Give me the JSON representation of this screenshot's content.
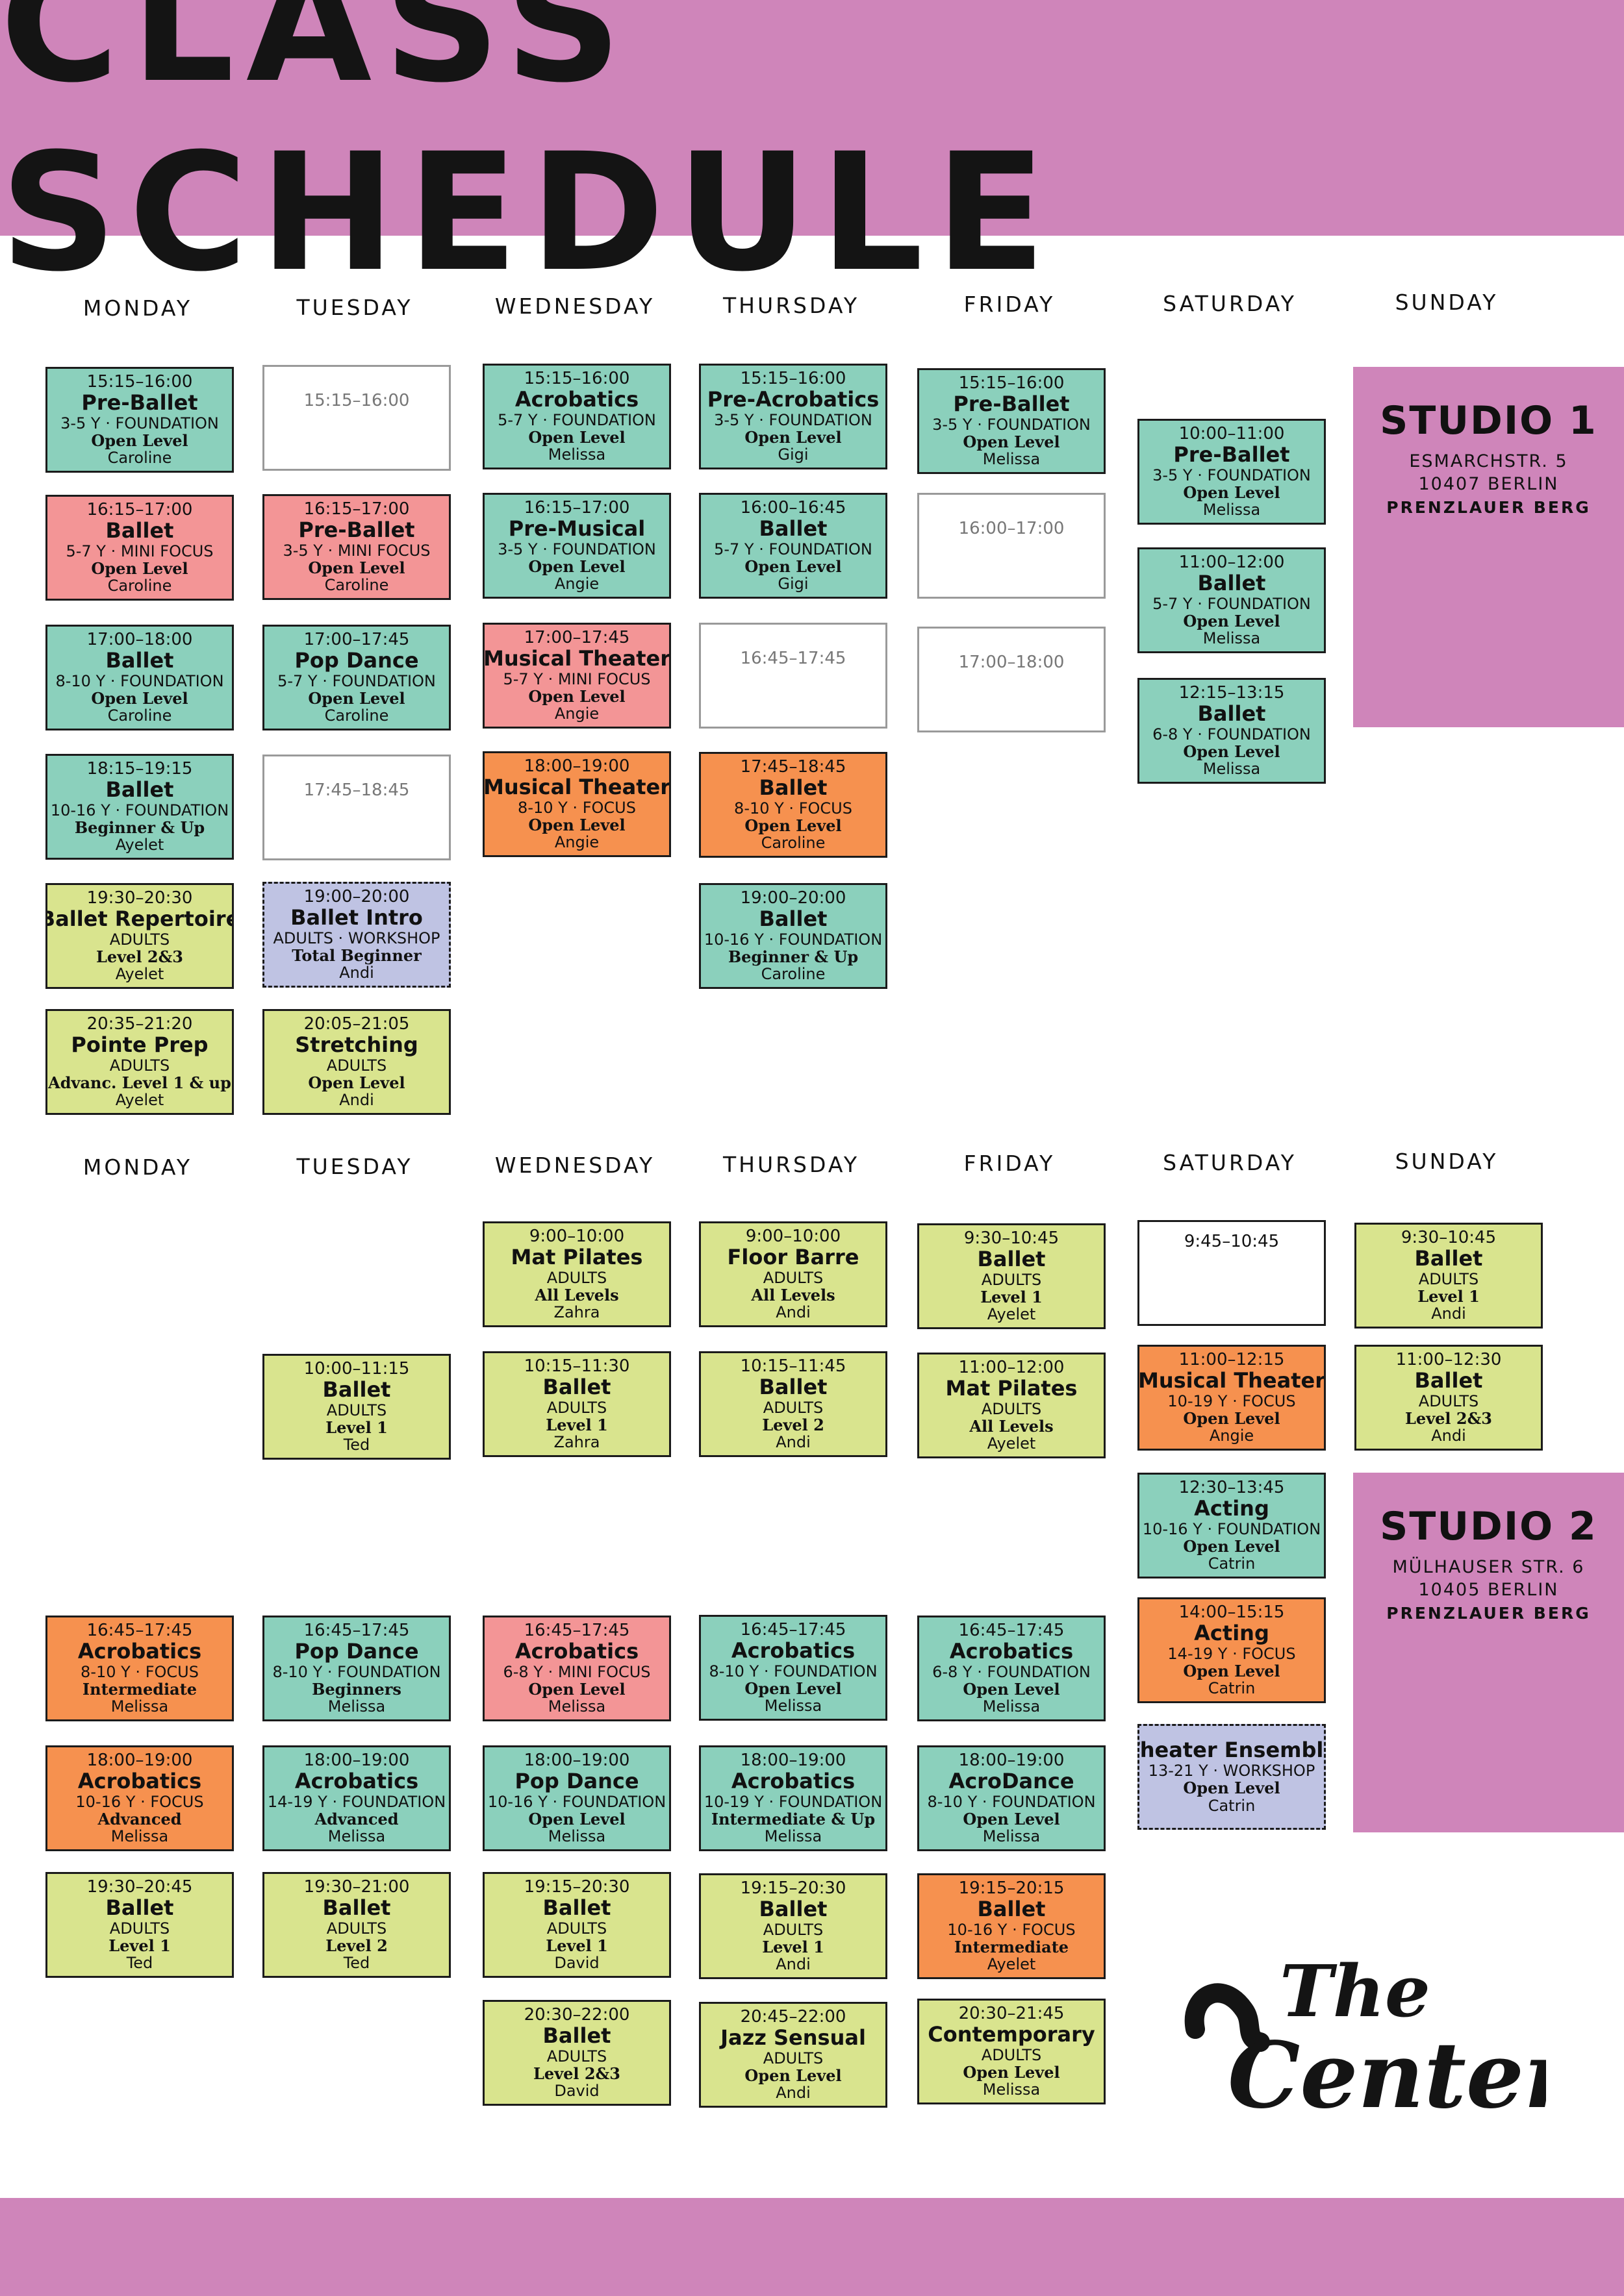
{
  "title": "CLASS SCHEDULE",
  "colors": {
    "band": "#cf85ba",
    "foundation": "#8bd0bc",
    "mini_focus": "#f39596",
    "focus": "#f6914f",
    "adults": "#d9e48e",
    "workshop": "#bfc3e3"
  },
  "days": [
    "MONDAY",
    "TUESDAY",
    "WEDNESDAY",
    "THURSDAY",
    "FRIDAY",
    "SATURDAY",
    "SUNDAY"
  ],
  "studio1": {
    "name": "STUDIO 1",
    "street": "ESMARCHSTR. 5",
    "city": "10407 BERLIN",
    "district": "PRENZLAUER BERG",
    "classes": [
      {
        "day": "MONDAY",
        "type": "teal",
        "time": "15:15–16:00",
        "name": "Pre-Ballet",
        "sub": "3-5 Y · FOUNDATION",
        "level": "Open Level",
        "teacher": "Caroline"
      },
      {
        "day": "MONDAY",
        "type": "pink",
        "time": "16:15–17:00",
        "name": "Ballet",
        "sub": "5-7 Y · MINI FOCUS",
        "level": "Open Level",
        "teacher": "Caroline"
      },
      {
        "day": "MONDAY",
        "type": "teal",
        "time": "17:00–18:00",
        "name": "Ballet",
        "sub": "8-10 Y · FOUNDATION",
        "level": "Open Level",
        "teacher": "Caroline"
      },
      {
        "day": "MONDAY",
        "type": "teal",
        "time": "18:15–19:15",
        "name": "Ballet",
        "sub": "10-16 Y · FOUNDATION",
        "level": "Beginner & Up",
        "teacher": "Ayelet"
      },
      {
        "day": "MONDAY",
        "type": "lime",
        "time": "19:30–20:30",
        "name": "Ballet Repertoire",
        "sub": "ADULTS",
        "level": "Level 2&3",
        "teacher": "Ayelet"
      },
      {
        "day": "MONDAY",
        "type": "lime",
        "time": "20:35–21:20",
        "name": "Pointe Prep",
        "sub": "ADULTS",
        "level": "Advanc. Level 1 & up",
        "teacher": "Ayelet"
      },
      {
        "day": "TUESDAY",
        "type": "empty",
        "time": "15:15–16:00"
      },
      {
        "day": "TUESDAY",
        "type": "pink",
        "time": "16:15–17:00",
        "name": "Pre-Ballet",
        "sub": "3-5 Y · MINI FOCUS",
        "level": "Open Level",
        "teacher": "Caroline"
      },
      {
        "day": "TUESDAY",
        "type": "teal",
        "time": "17:00–17:45",
        "name": "Pop Dance",
        "sub": "5-7 Y · FOUNDATION",
        "level": "Open Level",
        "teacher": "Caroline"
      },
      {
        "day": "TUESDAY",
        "type": "empty",
        "time": "17:45–18:45"
      },
      {
        "day": "TUESDAY",
        "type": "lavender",
        "time": "19:00–20:00",
        "name": "Ballet Intro",
        "sub": "ADULTS · WORKSHOP",
        "level": "Total Beginner",
        "teacher": "Andi"
      },
      {
        "day": "TUESDAY",
        "type": "lime",
        "time": "20:05–21:05",
        "name": "Stretching",
        "sub": "ADULTS",
        "level": "Open Level",
        "teacher": "Andi"
      },
      {
        "day": "WEDNESDAY",
        "type": "teal",
        "time": "15:15–16:00",
        "name": "Acrobatics",
        "sub": "5-7 Y · FOUNDATION",
        "level": "Open Level",
        "teacher": "Melissa"
      },
      {
        "day": "WEDNESDAY",
        "type": "teal",
        "time": "16:15–17:00",
        "name": "Pre-Musical",
        "sub": "3-5 Y · FOUNDATION",
        "level": "Open Level",
        "teacher": "Angie"
      },
      {
        "day": "WEDNESDAY",
        "type": "pink",
        "time": "17:00–17:45",
        "name": "Musical Theater",
        "sub": "5-7 Y · MINI FOCUS",
        "level": "Open Level",
        "teacher": "Angie"
      },
      {
        "day": "WEDNESDAY",
        "type": "orange",
        "time": "18:00–19:00",
        "name": "Musical Theater",
        "sub": "8-10 Y · FOCUS",
        "level": "Open Level",
        "teacher": "Angie"
      },
      {
        "day": "THURSDAY",
        "type": "teal",
        "time": "15:15–16:00",
        "name": "Pre-Acrobatics",
        "sub": "3-5 Y · FOUNDATION",
        "level": "Open Level",
        "teacher": "Gigi"
      },
      {
        "day": "THURSDAY",
        "type": "teal",
        "time": "16:00–16:45",
        "name": "Ballet",
        "sub": "5-7 Y · FOUNDATION",
        "level": "Open Level",
        "teacher": "Gigi"
      },
      {
        "day": "THURSDAY",
        "type": "empty",
        "time": "16:45–17:45"
      },
      {
        "day": "THURSDAY",
        "type": "orange",
        "time": "17:45–18:45",
        "name": "Ballet",
        "sub": "8-10 Y · FOCUS",
        "level": "Open Level",
        "teacher": "Caroline"
      },
      {
        "day": "THURSDAY",
        "type": "teal",
        "time": "19:00–20:00",
        "name": "Ballet",
        "sub": "10-16 Y · FOUNDATION",
        "level": "Beginner & Up",
        "teacher": "Caroline"
      },
      {
        "day": "FRIDAY",
        "type": "teal",
        "time": "15:15–16:00",
        "name": "Pre-Ballet",
        "sub": "3-5 Y · FOUNDATION",
        "level": "Open Level",
        "teacher": "Melissa"
      },
      {
        "day": "FRIDAY",
        "type": "empty",
        "time": "16:00–17:00"
      },
      {
        "day": "FRIDAY",
        "type": "empty",
        "time": "17:00–18:00"
      },
      {
        "day": "SATURDAY",
        "type": "teal",
        "time": "10:00–11:00",
        "name": "Pre-Ballet",
        "sub": "3-5 Y · FOUNDATION",
        "level": "Open Level",
        "teacher": "Melissa"
      },
      {
        "day": "SATURDAY",
        "type": "teal",
        "time": "11:00–12:00",
        "name": "Ballet",
        "sub": "5-7 Y · FOUNDATION",
        "level": "Open Level",
        "teacher": "Melissa"
      },
      {
        "day": "SATURDAY",
        "type": "teal",
        "time": "12:15–13:15",
        "name": "Ballet",
        "sub": "6-8 Y · FOUNDATION",
        "level": "Open Level",
        "teacher": "Melissa"
      }
    ]
  },
  "studio2": {
    "name": "STUDIO 2",
    "street": "MÜLHAUSER STR. 6",
    "city": "10405 BERLIN",
    "district": "PRENZLAUER BERG",
    "classes": [
      {
        "day": "MONDAY",
        "type": "orange",
        "time": "16:45–17:45",
        "name": "Acrobatics",
        "sub": "8-10 Y · FOCUS",
        "level": "Intermediate",
        "teacher": "Melissa"
      },
      {
        "day": "MONDAY",
        "type": "orange",
        "time": "18:00–19:00",
        "name": "Acrobatics",
        "sub": "10-16 Y · FOCUS",
        "level": "Advanced",
        "teacher": "Melissa"
      },
      {
        "day": "MONDAY",
        "type": "lime",
        "time": "19:30–20:45",
        "name": "Ballet",
        "sub": "ADULTS",
        "level": "Level 1",
        "teacher": "Ted"
      },
      {
        "day": "TUESDAY",
        "type": "lime",
        "time": "10:00–11:15",
        "name": "Ballet",
        "sub": "ADULTS",
        "level": "Level 1",
        "teacher": "Ted"
      },
      {
        "day": "TUESDAY",
        "type": "teal",
        "time": "16:45–17:45",
        "name": "Pop Dance",
        "sub": "8-10 Y · FOUNDATION",
        "level": "Beginners",
        "teacher": "Melissa"
      },
      {
        "day": "TUESDAY",
        "type": "teal",
        "time": "18:00–19:00",
        "name": "Acrobatics",
        "sub": "14-19 Y · FOUNDATION",
        "level": "Advanced",
        "teacher": "Melissa"
      },
      {
        "day": "TUESDAY",
        "type": "lime",
        "time": "19:30–21:00",
        "name": "Ballet",
        "sub": "ADULTS",
        "level": "Level 2",
        "teacher": "Ted"
      },
      {
        "day": "WEDNESDAY",
        "type": "lime",
        "time": "9:00–10:00",
        "name": "Mat Pilates",
        "sub": "ADULTS",
        "level": "All Levels",
        "teacher": "Zahra"
      },
      {
        "day": "WEDNESDAY",
        "type": "lime",
        "time": "10:15–11:30",
        "name": "Ballet",
        "sub": "ADULTS",
        "level": "Level 1",
        "teacher": "Zahra"
      },
      {
        "day": "WEDNESDAY",
        "type": "pink",
        "time": "16:45–17:45",
        "name": "Acrobatics",
        "sub": "6-8 Y · MINI FOCUS",
        "level": "Open Level",
        "teacher": "Melissa"
      },
      {
        "day": "WEDNESDAY",
        "type": "teal",
        "time": "18:00–19:00",
        "name": "Pop Dance",
        "sub": "10-16 Y · FOUNDATION",
        "level": "Open Level",
        "teacher": "Melissa"
      },
      {
        "day": "WEDNESDAY",
        "type": "lime",
        "time": "19:15–20:30",
        "name": "Ballet",
        "sub": "ADULTS",
        "level": "Level 1",
        "teacher": "David"
      },
      {
        "day": "WEDNESDAY",
        "type": "lime",
        "time": "20:30–22:00",
        "name": "Ballet",
        "sub": "ADULTS",
        "level": "Level 2&3",
        "teacher": "David"
      },
      {
        "day": "THURSDAY",
        "type": "lime",
        "time": "9:00–10:00",
        "name": "Floor Barre",
        "sub": "ADULTS",
        "level": "All Levels",
        "teacher": "Andi"
      },
      {
        "day": "THURSDAY",
        "type": "lime",
        "time": "10:15–11:45",
        "name": "Ballet",
        "sub": "ADULTS",
        "level": "Level 2",
        "teacher": "Andi"
      },
      {
        "day": "THURSDAY",
        "type": "teal",
        "time": "16:45–17:45",
        "name": "Acrobatics",
        "sub": "8-10 Y · FOUNDATION",
        "level": "Open Level",
        "teacher": "Melissa"
      },
      {
        "day": "THURSDAY",
        "type": "teal",
        "time": "18:00–19:00",
        "name": "Acrobatics",
        "sub": "10-19 Y · FOUNDATION",
        "level": "Intermediate & Up",
        "teacher": "Melissa"
      },
      {
        "day": "THURSDAY",
        "type": "lime",
        "time": "19:15–20:30",
        "name": "Ballet",
        "sub": "ADULTS",
        "level": "Level 1",
        "teacher": "Andi"
      },
      {
        "day": "THURSDAY",
        "type": "lime",
        "time": "20:45–22:00",
        "name": "Jazz Sensual",
        "sub": "ADULTS",
        "level": "Open Level",
        "teacher": "Andi"
      },
      {
        "day": "FRIDAY",
        "type": "lime",
        "time": "9:30–10:45",
        "name": "Ballet",
        "sub": "ADULTS",
        "level": "Level 1",
        "teacher": "Ayelet"
      },
      {
        "day": "FRIDAY",
        "type": "lime",
        "time": "11:00–12:00",
        "name": "Mat Pilates",
        "sub": "ADULTS",
        "level": "All Levels",
        "teacher": "Ayelet"
      },
      {
        "day": "FRIDAY",
        "type": "teal",
        "time": "16:45–17:45",
        "name": "Acrobatics",
        "sub": "6-8 Y · FOUNDATION",
        "level": "Open Level",
        "teacher": "Melissa"
      },
      {
        "day": "FRIDAY",
        "type": "teal",
        "time": "18:00–19:00",
        "name": "AcroDance",
        "sub": "8-10 Y · FOUNDATION",
        "level": "Open Level",
        "teacher": "Melissa"
      },
      {
        "day": "FRIDAY",
        "type": "orange",
        "time": "19:15–20:15",
        "name": "Ballet",
        "sub": "10-16 Y · FOCUS",
        "level": "Intermediate",
        "teacher": "Ayelet"
      },
      {
        "day": "FRIDAY",
        "type": "lime",
        "time": "20:30–21:45",
        "name": "Contemporary",
        "sub": "ADULTS",
        "level": "Open Level",
        "teacher": "Melissa"
      },
      {
        "day": "SATURDAY",
        "type": "empty-dark",
        "time": "9:45–10:45"
      },
      {
        "day": "SATURDAY",
        "type": "orange",
        "time": "11:00–12:15",
        "name": "Musical Theater",
        "sub": "10-19 Y · FOCUS",
        "level": "Open Level",
        "teacher": "Angie"
      },
      {
        "day": "SATURDAY",
        "type": "teal",
        "time": "12:30–13:45",
        "name": "Acting",
        "sub": "10-16 Y · FOUNDATION",
        "level": "Open Level",
        "teacher": "Catrin"
      },
      {
        "day": "SATURDAY",
        "type": "orange",
        "time": "14:00–15:15",
        "name": "Acting",
        "sub": "14-19 Y · FOCUS",
        "level": "Open Level",
        "teacher": "Catrin"
      },
      {
        "day": "SATURDAY",
        "type": "lavender",
        "name": "Theater Ensemble",
        "sub": "13-21 Y · WORKSHOP",
        "level": "Open Level",
        "teacher": "Catrin"
      },
      {
        "day": "SUNDAY",
        "type": "lime",
        "time": "9:30–10:45",
        "name": "Ballet",
        "sub": "ADULTS",
        "level": "Level 1",
        "teacher": "Andi"
      },
      {
        "day": "SUNDAY",
        "type": "lime",
        "time": "11:00–12:30",
        "name": "Ballet",
        "sub": "ADULTS",
        "level": "Level 2&3",
        "teacher": "Andi"
      }
    ]
  },
  "logo": {
    "line1": "The",
    "line2": "Center",
    "icon": "the-center-logo"
  }
}
